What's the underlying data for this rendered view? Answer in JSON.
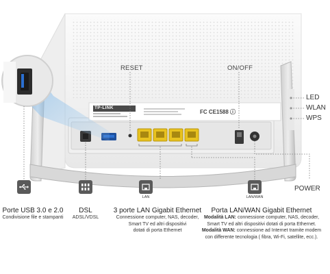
{
  "callouts": {
    "reset": "RESET",
    "onoff": "ON/OFF",
    "led": "LED",
    "wlan": "WLAN",
    "wps": "WPS",
    "power": "POWER"
  },
  "brand": {
    "logo": "TP-LINK",
    "cert_marks": "FC CE1588 ⓘ"
  },
  "icons": {
    "lan_caption": "LAN",
    "lanwan_caption": "LAN/WAN"
  },
  "features": {
    "usb": {
      "title": "Porte USB 3.0 e 2.0",
      "desc": [
        "Condivisione file e stampanti"
      ]
    },
    "dsl": {
      "title": "DSL",
      "desc": [
        "ADSL/VDSL"
      ]
    },
    "lan": {
      "title": "3 porte LAN Gigabit Ethernet",
      "desc": [
        "Connessione computer, NAS, decoder,",
        "Smart TV ed altri dispositivi",
        "dotati di porta Ethernet"
      ]
    },
    "lanwan": {
      "title": "Porta LAN/WAN Gigabit Ethernet",
      "desc_lan_bold": "Modalità LAN:",
      "desc_lan_text": " connessione computer, NAS, decoder,",
      "desc_lan_line2": "Smart TV ed altri dispositivi dotati di porta Ethernet.",
      "desc_wan_bold": "Modalità WAN:",
      "desc_wan_text": " connessione ad Internet tramite modem",
      "desc_wan_line2": "con differente tecnologia ( fibra, Wi-Fi, satellite, ecc.)."
    }
  },
  "colors": {
    "router_body": "#f4f4f4",
    "port_yellow": "#e8c21f",
    "usb_blue": "#2a6fd0",
    "icon_gray": "#5a5a5a"
  }
}
